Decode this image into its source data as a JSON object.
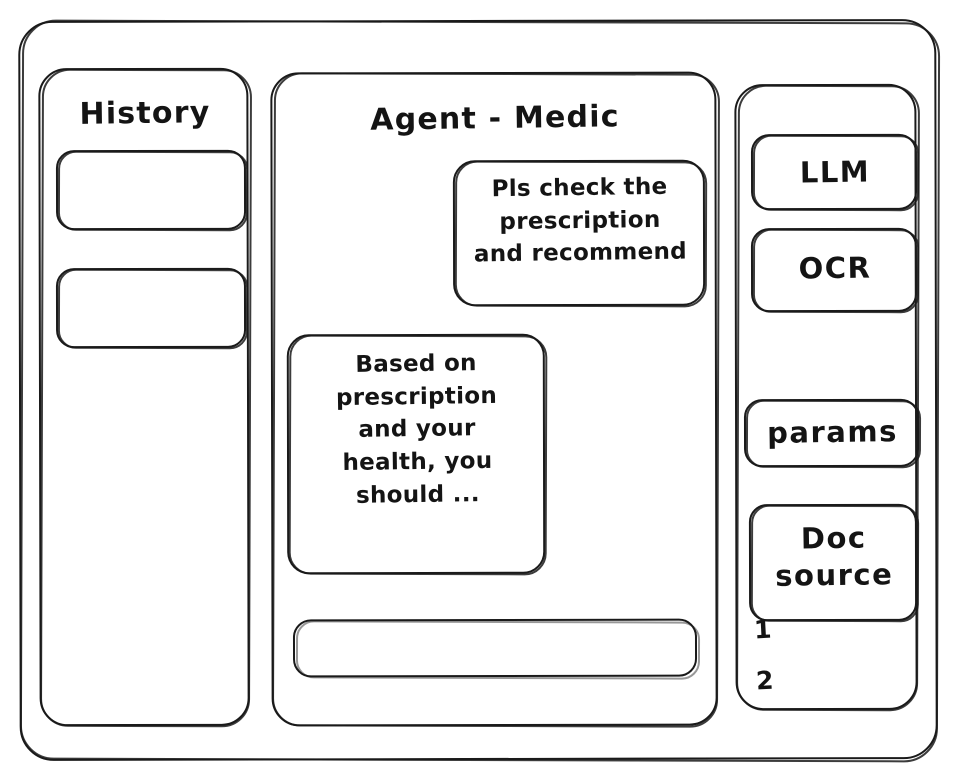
{
  "style": {
    "stroke_color": "#1a1a1a",
    "background_color": "#ffffff",
    "look": "hand-drawn wireframe sketch"
  },
  "window": {
    "name": "agent-medic-wireframe"
  },
  "sidebar_left": {
    "title": "History",
    "items": [
      {
        "label": "",
        "name": "history-item-1"
      },
      {
        "label": "",
        "name": "history-item-2"
      }
    ]
  },
  "main": {
    "title": "Agent - Medic",
    "messages": [
      {
        "role": "user",
        "text": "Pls check the\nprescription\nand recommend"
      },
      {
        "role": "agent",
        "text": "Based on\nprescription\nand your\nhealth, you\nshould ..."
      }
    ],
    "composer": {
      "value": "",
      "placeholder": ""
    }
  },
  "sidebar_right": {
    "buttons": [
      {
        "label": "LLM",
        "name": "llm-button"
      },
      {
        "label": "OCR",
        "name": "ocr-button"
      },
      {
        "label": "params",
        "name": "params-button"
      },
      {
        "label": "Doc\nsource",
        "name": "docsource-button"
      }
    ],
    "doc_source_list": [
      {
        "label": "1"
      },
      {
        "label": "2"
      }
    ]
  }
}
